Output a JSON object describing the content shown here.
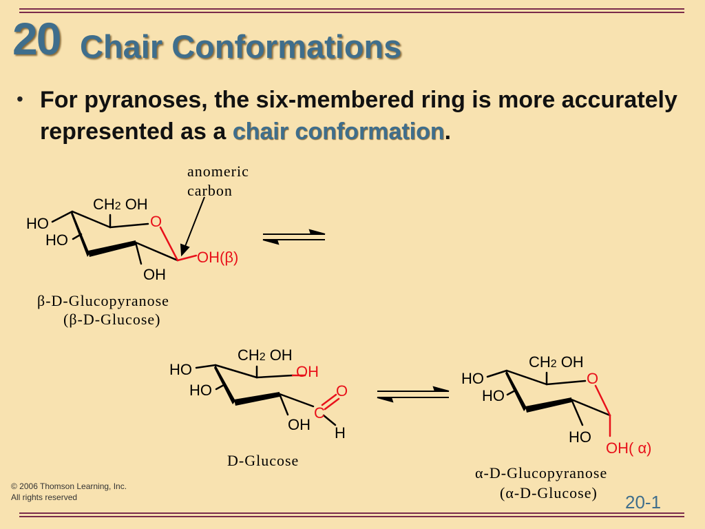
{
  "header": {
    "chapter_number": "20",
    "title": "Chair Conformations"
  },
  "bullet": {
    "marker": "•",
    "text_before": "For pyranoses, the six-membered ring is more accurately represented as a ",
    "highlight": "chair conformation",
    "text_after": "."
  },
  "colors": {
    "background": "#F8E2B0",
    "title_blue": "#3F6E8C",
    "rule": "#7A2A4A",
    "red": "#E8101A"
  },
  "structures": {
    "beta": {
      "ch2oh": "CH",
      "ch2oh_sub": "2",
      "ch2oh_oh": "OH",
      "ho1": "HO",
      "ho2": "HO",
      "ring_o": "O",
      "oh_anomeric": "OH(β)",
      "oh_bottom": "OH",
      "anomeric_label_1": "anomeric",
      "anomeric_label_2": "carbon",
      "name_1": "β-D-Glucopyranose",
      "name_2": "(β-D-Glucose)"
    },
    "open": {
      "ch2oh": "CH",
      "ch2oh_sub": "2",
      "ch2oh_oh": "OH",
      "ho1": "HO",
      "ho2": "HO",
      "oh_red": "OH",
      "o_red": "O",
      "c_red": "C",
      "h": "H",
      "oh_bottom": "OH",
      "name": "D-Glucose"
    },
    "alpha": {
      "ch2oh": "CH",
      "ch2oh_sub": "2",
      "ch2oh_oh": "OH",
      "ho1": "HO",
      "ho2": "HO",
      "ring_o": "O",
      "ho_bottom": "HO",
      "oh_anomeric": "OH( α)",
      "name_1": "α-D-Glucopyranose",
      "name_2": "(α-D-Glucose)"
    }
  },
  "footer": {
    "copyright_1": "© 2006 Thomson Learning, Inc.",
    "copyright_2": "All rights reserved",
    "page_number": "20-1"
  }
}
